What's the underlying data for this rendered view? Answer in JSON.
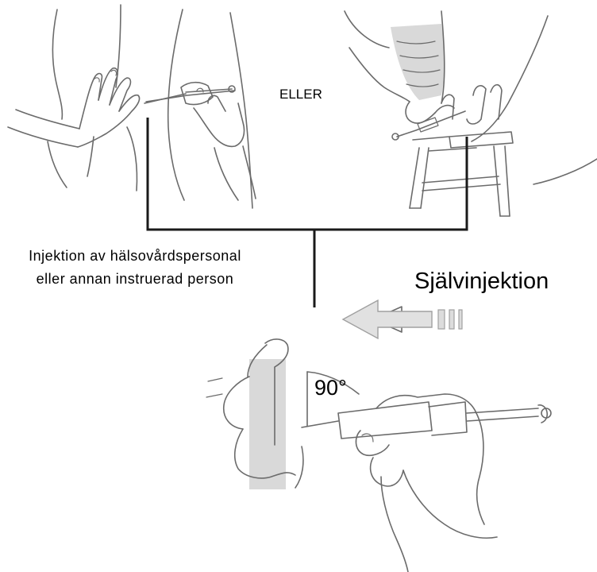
{
  "labels": {
    "or": "ELLER",
    "professional_injection": "Injektion av hälsovårdspersonal eller annan instruerad person",
    "self_injection": "Självinjektion",
    "angle": "90°"
  }
}
